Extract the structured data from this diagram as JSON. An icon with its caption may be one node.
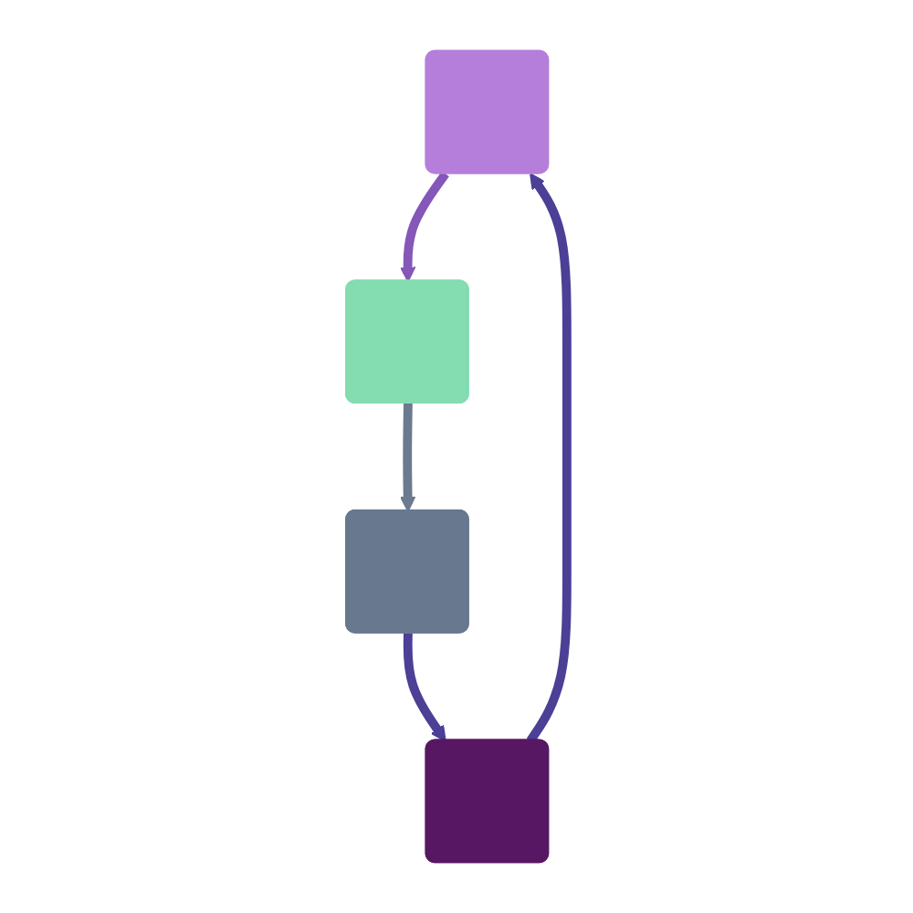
{
  "diagram": {
    "nodes": [
      {
        "text": [],
        "shape": "box"
      },
      {
        "text": [],
        "shape": "box"
      },
      {
        "text": [],
        "shape": "box"
      },
      {
        "text": [],
        "shape": "box"
      }
    ],
    "edges": [
      {
        "from": 0,
        "to": 2,
        "arrow": "to",
        "color": "#8457b8"
      },
      {
        "from": 2,
        "to": 3,
        "arrow": "to",
        "color": "#6b7a8e"
      },
      {
        "from": 3,
        "to": 1,
        "arrow": "to",
        "color": "#4b3f96"
      },
      {
        "from": 1,
        "to": 0,
        "arrow": "to",
        "color": "#4b3f96"
      }
    ]
  }
}
